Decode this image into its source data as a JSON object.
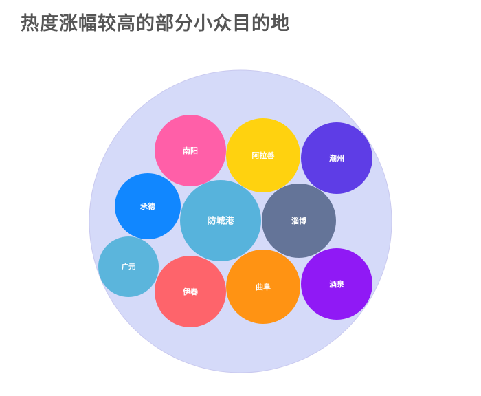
{
  "title": "热度涨幅较高的部分小众目的地",
  "chart_data": {
    "type": "bubble",
    "title": "热度涨幅较高的部分小众目的地",
    "container_color": "#d5daf9",
    "items": [
      {
        "name": "南阳",
        "color": "#ff5fa8"
      },
      {
        "name": "阿拉善",
        "color": "#ffd20f"
      },
      {
        "name": "潮州",
        "color": "#5e3de6"
      },
      {
        "name": "承德",
        "color": "#1187ff"
      },
      {
        "name": "防城港",
        "color": "#57b3dc"
      },
      {
        "name": "淄博",
        "color": "#647498"
      },
      {
        "name": "广元",
        "color": "#5bb5dc"
      },
      {
        "name": "伊春",
        "color": "#fe646b"
      },
      {
        "name": "曲阜",
        "color": "#ff9313"
      },
      {
        "name": "酒泉",
        "color": "#9019f5"
      }
    ]
  }
}
